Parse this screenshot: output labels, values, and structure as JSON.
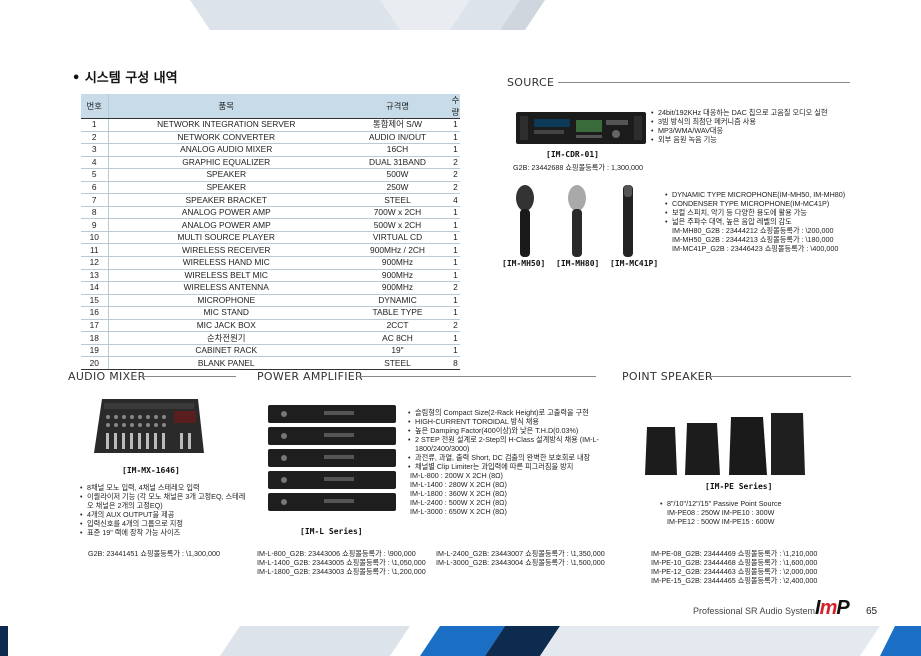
{
  "colors": {
    "accent": "#1a6fc4",
    "dark_navy": "#0d2b4e",
    "header_blue": "#c7dbe8",
    "logo_red": "#d6202a"
  },
  "main": {
    "title": "• 시스템 구성 내역"
  },
  "table": {
    "headers": [
      "번호",
      "품목",
      "규격명",
      "수량"
    ],
    "rows": [
      [
        "1",
        "NETWORK INTEGRATION SERVER",
        "통합제어 S/W",
        "1"
      ],
      [
        "2",
        "NETWORK CONVERTER",
        "AUDIO IN/OUT",
        "1"
      ],
      [
        "3",
        "ANALOG AUDIO MIXER",
        "16CH",
        "1"
      ],
      [
        "4",
        "GRAPHIC EQUALIZER",
        "DUAL 31BAND",
        "2"
      ],
      [
        "5",
        "SPEAKER",
        "500W",
        "2"
      ],
      [
        "6",
        "SPEAKER",
        "250W",
        "2"
      ],
      [
        "7",
        "SPEAKER BRACKET",
        "STEEL",
        "4"
      ],
      [
        "8",
        "ANALOG POWER AMP",
        "700W x 2CH",
        "1"
      ],
      [
        "9",
        "ANALOG POWER AMP",
        "500W x 2CH",
        "1"
      ],
      [
        "10",
        "MULTI SOURCE PLAYER",
        "VIRTUAL CD",
        "1"
      ],
      [
        "11",
        "WIRELESS RECEIVER",
        "900MHz / 2CH",
        "1"
      ],
      [
        "12",
        "WIRELESS HAND MIC",
        "900MHz",
        "1"
      ],
      [
        "13",
        "WIRELESS BELT MIC",
        "900MHz",
        "1"
      ],
      [
        "14",
        "WIRELESS ANTENNA",
        "900MHz",
        "2"
      ],
      [
        "15",
        "MICROPHONE",
        "DYNAMIC",
        "1"
      ],
      [
        "16",
        "MIC STAND",
        "TABLE TYPE",
        "1"
      ],
      [
        "17",
        "MIC JACK BOX",
        "2CCT",
        "2"
      ],
      [
        "18",
        "순차전원기",
        "AC 8CH",
        "1"
      ],
      [
        "19",
        "CABINET RACK",
        "19\"",
        "1"
      ],
      [
        "20",
        "BLANK PANEL",
        "STEEL",
        "8"
      ]
    ]
  },
  "source": {
    "title": "SOURCE",
    "cdr_model": "[IM-CDR-01]",
    "cdr_price": "G2B: 23442688  쇼핑몰등록가 : 1,300,000",
    "cdr_features": [
      "24bit/192KHz 대응하는 DAC 칩으로 고음질 오디오 실현",
      "3빔 방식의 최첨단 메커니즘 사용",
      "MP3/WMA/WAV대응",
      "외부 음원 녹음 기능"
    ],
    "mic_models": [
      "[IM-MH50]",
      "[IM-MH80]",
      "[IM-MC41P]"
    ],
    "mic_features": [
      "DYNAMIC TYPE MICROPHONE(IM-MH50, IM-MH80)",
      "CONDENSER TYPE MICROPHONE(IM-MC41P)",
      "보컬 스피치, 악기 등 다양한 용도에 활용 가능",
      "넓은 주파수 대역, 높은 음압 레벨의 감도"
    ],
    "mic_prices": [
      "IM-MH80_G2B : 23444212  쇼핑몰등록가 : \\200,000",
      "IM-MH50_G2B : 23444213  쇼핑몰등록가 : \\180,000",
      "IM-MC41P_G2B : 23446423  쇼핑몰등록가 : \\400,000"
    ]
  },
  "mixer": {
    "title": "AUDIO MIXER",
    "model": "[IM-MX-1646]",
    "features": [
      "8채널 모노 입력, 4채널 스테레오 입력",
      "이퀄라이저 기능 (각 모노 채널은 3개 고정EQ, 스테레오 채널은 2개의 고정EQ)",
      "4개의 AUX OUTPUT을 제공",
      "입력신호를 4개의 그룹으로 지정",
      "표준 19\" 랙에 장착 가능 사이즈"
    ],
    "price": "G2B: 23441451  쇼핑몰등록가 : \\1,300,000"
  },
  "amplifier": {
    "title": "POWER AMPLIFIER",
    "model": "[IM-L Series]",
    "features": [
      "슬림형의 Compact Size(2-Rack Height)로 고출력을 구현",
      "HIGH-CURRENT TOROIDAL 방식 채용",
      "높은 Damping Factor(400이상)와 낮은 T.H.D(0.03%)",
      "2 STEP 전원 설계로 2-Step의 H-Class 설계방식 채용 (IM-L-1800/2400/3000)",
      "과전류, 과열, 출력 Short, DC 검출의 완벽한 보호회로 내장",
      "채널별 Clip Limiter는 과입력에 따른 피그러짐을 방지"
    ],
    "specs": [
      "IM-L-800   : 200W X 2CH (8Ω)",
      "IM-L-1400 : 280W X 2CH (8Ω)",
      "IM-L-1800 : 360W X 2CH (8Ω)",
      "IM-L-2400 : 500W X 2CH (8Ω)",
      "IM-L-3000 : 650W X 2CH (8Ω)"
    ],
    "prices_left": [
      "IM-L-800_G2B: 23443006  쇼핑몰등록가 : \\900,000",
      "IM-L-1400_G2B: 23443005  쇼핑몰등록가 : \\1,050,000",
      "IM-L-1800_G2B: 23443003  쇼핑몰등록가 : \\1,200,000"
    ],
    "prices_right": [
      "IM-L-2400_G2B: 23443007  쇼핑몰등록가 : \\1,350,000",
      "IM-L-3000_G2B: 23443004  쇼핑몰등록가 : \\1,500,000"
    ]
  },
  "speaker": {
    "title": "POINT SPEAKER",
    "model": "[IM-PE Series]",
    "features": [
      "8\"/10\"/12\"/15\" Passive Point Source"
    ],
    "specs": [
      "IM-PE08 : 250W    IM-PE10 : 300W",
      "IM-PE12 : 500W    IM-PE15 : 600W"
    ],
    "prices": [
      "IM-PE-08_G2B: 23444469  쇼핑몰등록가 : \\1,210,000",
      "IM-PE-10_G2B: 23444468  쇼핑몰등록가 : \\1,600,000",
      "IM-PE-12_G2B: 23444463  쇼핑몰등록가 : \\2,000,000",
      "IM-PE-15_G2B: 23444465  쇼핑몰등록가 : \\2,400,000"
    ]
  },
  "footer": {
    "tagline": "Professional SR Audio System",
    "logo": "ImP",
    "page_number": "65"
  }
}
